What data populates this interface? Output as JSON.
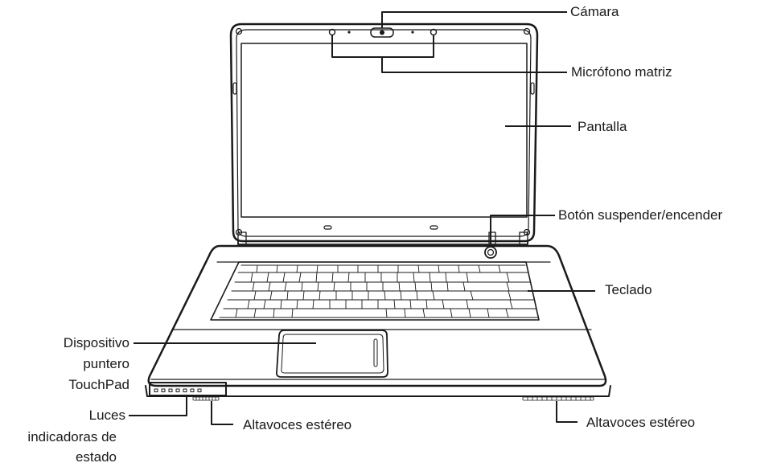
{
  "labels": {
    "camera": "Cámara",
    "mic_array": "Micrófono matriz",
    "screen": "Pantalla",
    "power_button": "Botón suspender/encender",
    "keyboard": "Teclado",
    "touchpad_line1": "Dispositivo",
    "touchpad_line2": "puntero",
    "touchpad_line3": "TouchPad",
    "leds_line1": "Luces",
    "leds_line2": "indicadoras de",
    "leds_line3": "estado",
    "speakers_left": "Altavoces estéreo",
    "speakers_right": "Altavoces estéreo"
  },
  "colors": {
    "stroke": "#1a1a1a",
    "fill": "#ffffff"
  }
}
